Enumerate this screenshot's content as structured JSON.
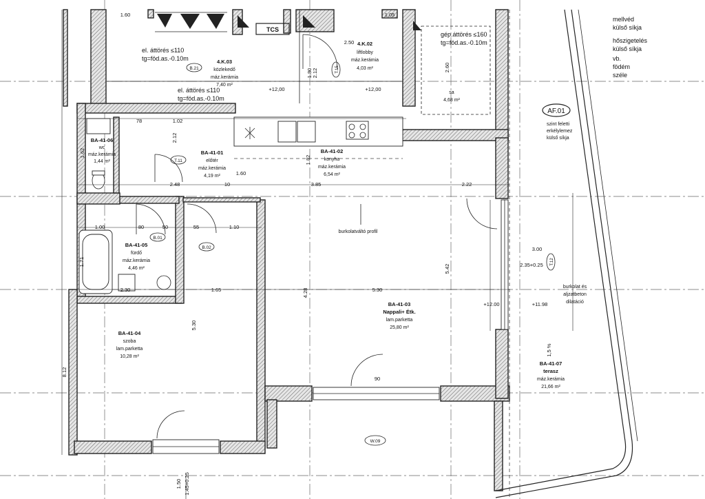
{
  "rooms": {
    "lobby": {
      "code": "4.K.02",
      "name": "liftlobby",
      "finish": "máz.kerámia",
      "area": "4,03 m²"
    },
    "corridor": {
      "code": "4.K.03",
      "name": "közlekedő",
      "finish": "máz.kerámia",
      "area": "7,40 m²"
    },
    "wc": {
      "code": "BA-41-06",
      "name": "wc",
      "finish": "máz.kerámia",
      "area": "1,44 m²"
    },
    "hall": {
      "code": "BA-41-01",
      "name": "előtér",
      "finish": "máz.kerámia",
      "area": "4,19 m²"
    },
    "kitchen": {
      "code": "BA-41-02",
      "name": "konyha",
      "finish": "máz.kerámia",
      "area": "6,54 m²"
    },
    "bath": {
      "code": "BA-41-05",
      "name": "fürdő",
      "finish": "máz.kerámia",
      "area": "4,46 m²"
    },
    "living": {
      "code": "BA-41-03",
      "name": "Nappali+ Étk.",
      "finish": "lam.parketta",
      "area": "25,80 m²"
    },
    "bedroom": {
      "code": "BA-41-04",
      "name": "szoba",
      "finish": "lam.parketta",
      "area": "10,28 m²"
    },
    "terrace": {
      "code": "BA-41-07",
      "name": "terasz",
      "finish": "máz.kerámia",
      "area": "21,66 m²"
    },
    "shaft": {
      "code": "sa",
      "area": "4,68 m²"
    }
  },
  "labels": {
    "tcs": "TCS",
    "tag_af": "AF.01",
    "tag_b21": "B.21",
    "tag_t11": "T.11",
    "tag_b01": "B.01",
    "tag_b02": "B.02",
    "tag_t15": "T.15",
    "tag_t12": "T.12",
    "tag_w09": "W.09",
    "elev1": "+12,00",
    "elev2": "+12,00",
    "elev3": "+12.00",
    "elev4": "+11.98",
    "slope": "1,5 %",
    "floor_profile": "burkolatváltó profil",
    "dilatation": [
      "burkolat és",
      "aljzatbeton",
      "dilatáció"
    ],
    "cut1": [
      "el. áttörés ≤110",
      "tg=föd.as.-0.10m"
    ],
    "cut2": [
      "el. áttörés ≤110",
      "tg=föd.as.-0.10m"
    ],
    "cut3": [
      "gép.áttörés ≤160",
      "tg=föd.as.-0.10m"
    ],
    "note_railing": [
      "mellvéd",
      "külső síkja"
    ],
    "note_insulation": [
      "hőszigetelés",
      "külső síkja"
    ],
    "note_slab": [
      "vb.",
      "födém",
      "széle"
    ],
    "note_balcony": [
      "szint feletti",
      "erkélylemez",
      "külső síkja"
    ]
  },
  "dims": {
    "d1": "1.60",
    "d2": "1.05",
    "d3": "2.50",
    "d4": "1.02",
    "d5": "78",
    "d6": "1.00",
    "d7": "80",
    "d8": "50",
    "d9": "1.10",
    "d10": "1.65",
    "d11": "5.30",
    "d12": "2.48",
    "d13": "3.85",
    "d14": "2.22",
    "d15": "1.82",
    "d16": "4.28",
    "d17": "5.30",
    "d18": "5.42",
    "d19": "3.00",
    "d20": "2.35+0.25",
    "d21": "8.12",
    "d22": "2.60",
    "d23": "1.71",
    "d24": "2.30",
    "d25": "1.60",
    "d26": "90",
    "d27": "10",
    "d28": "55",
    "d29": "1.62",
    "d30": "2.12",
    "d31": "1.50",
    "d32": "1.45+0.25",
    "d33": "1.80",
    "d34": "2.12"
  }
}
